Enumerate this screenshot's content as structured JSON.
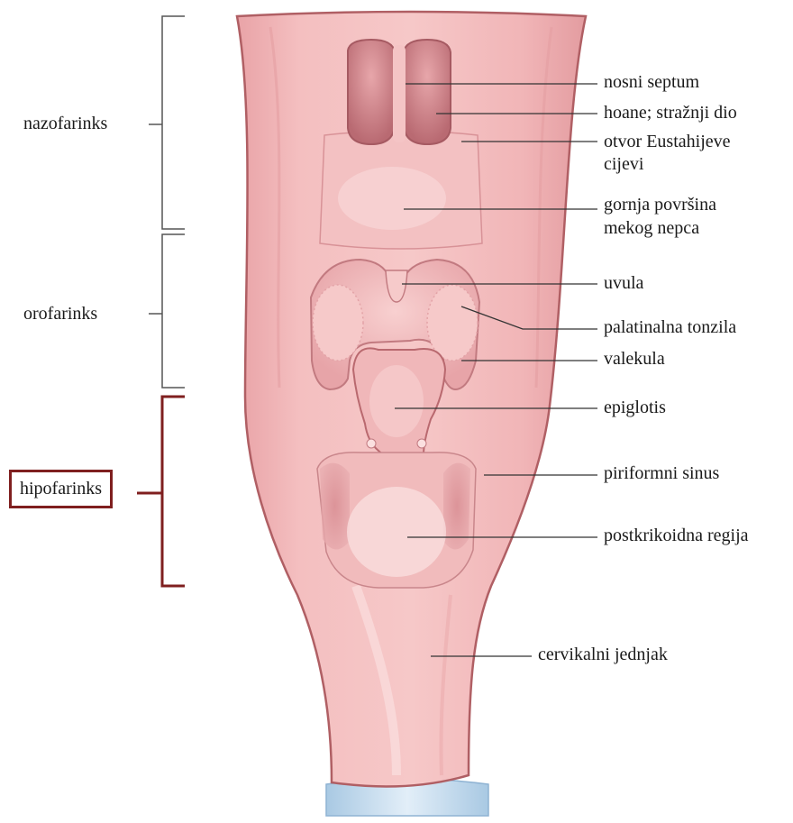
{
  "regions": {
    "nazofarinks": "nazofarinks",
    "orofarinks": "orofarinks",
    "hipofarinks": "hipofarinks"
  },
  "labels": {
    "nosni_septum": "nosni septum",
    "hoane": "hoane; stražnji dio",
    "eustahijeve_1": "otvor Eustahijeve",
    "eustahijeve_2": "cijevi",
    "mekog_nepca_1": "gornja površina",
    "mekog_nepca_2": "mekog nepca",
    "uvula": "uvula",
    "tonzila": "palatinalna tonzila",
    "valekula": "valekula",
    "epiglotis": "epiglotis",
    "piriformni": "piriformni sinus",
    "postkrikoidna": "postkrikoidna regija",
    "jednjak": "cervikalni jednjak"
  },
  "colors": {
    "tissue": "#f2b7b8",
    "tissue_dark": "#e49a9d",
    "tissue_deep": "#c97a80",
    "outline": "#b05f64",
    "highlight": "#ffffff",
    "base_ring": "#c8dff0",
    "bracket_gray": "#555555",
    "bracket_red": "#7f1f1f"
  }
}
